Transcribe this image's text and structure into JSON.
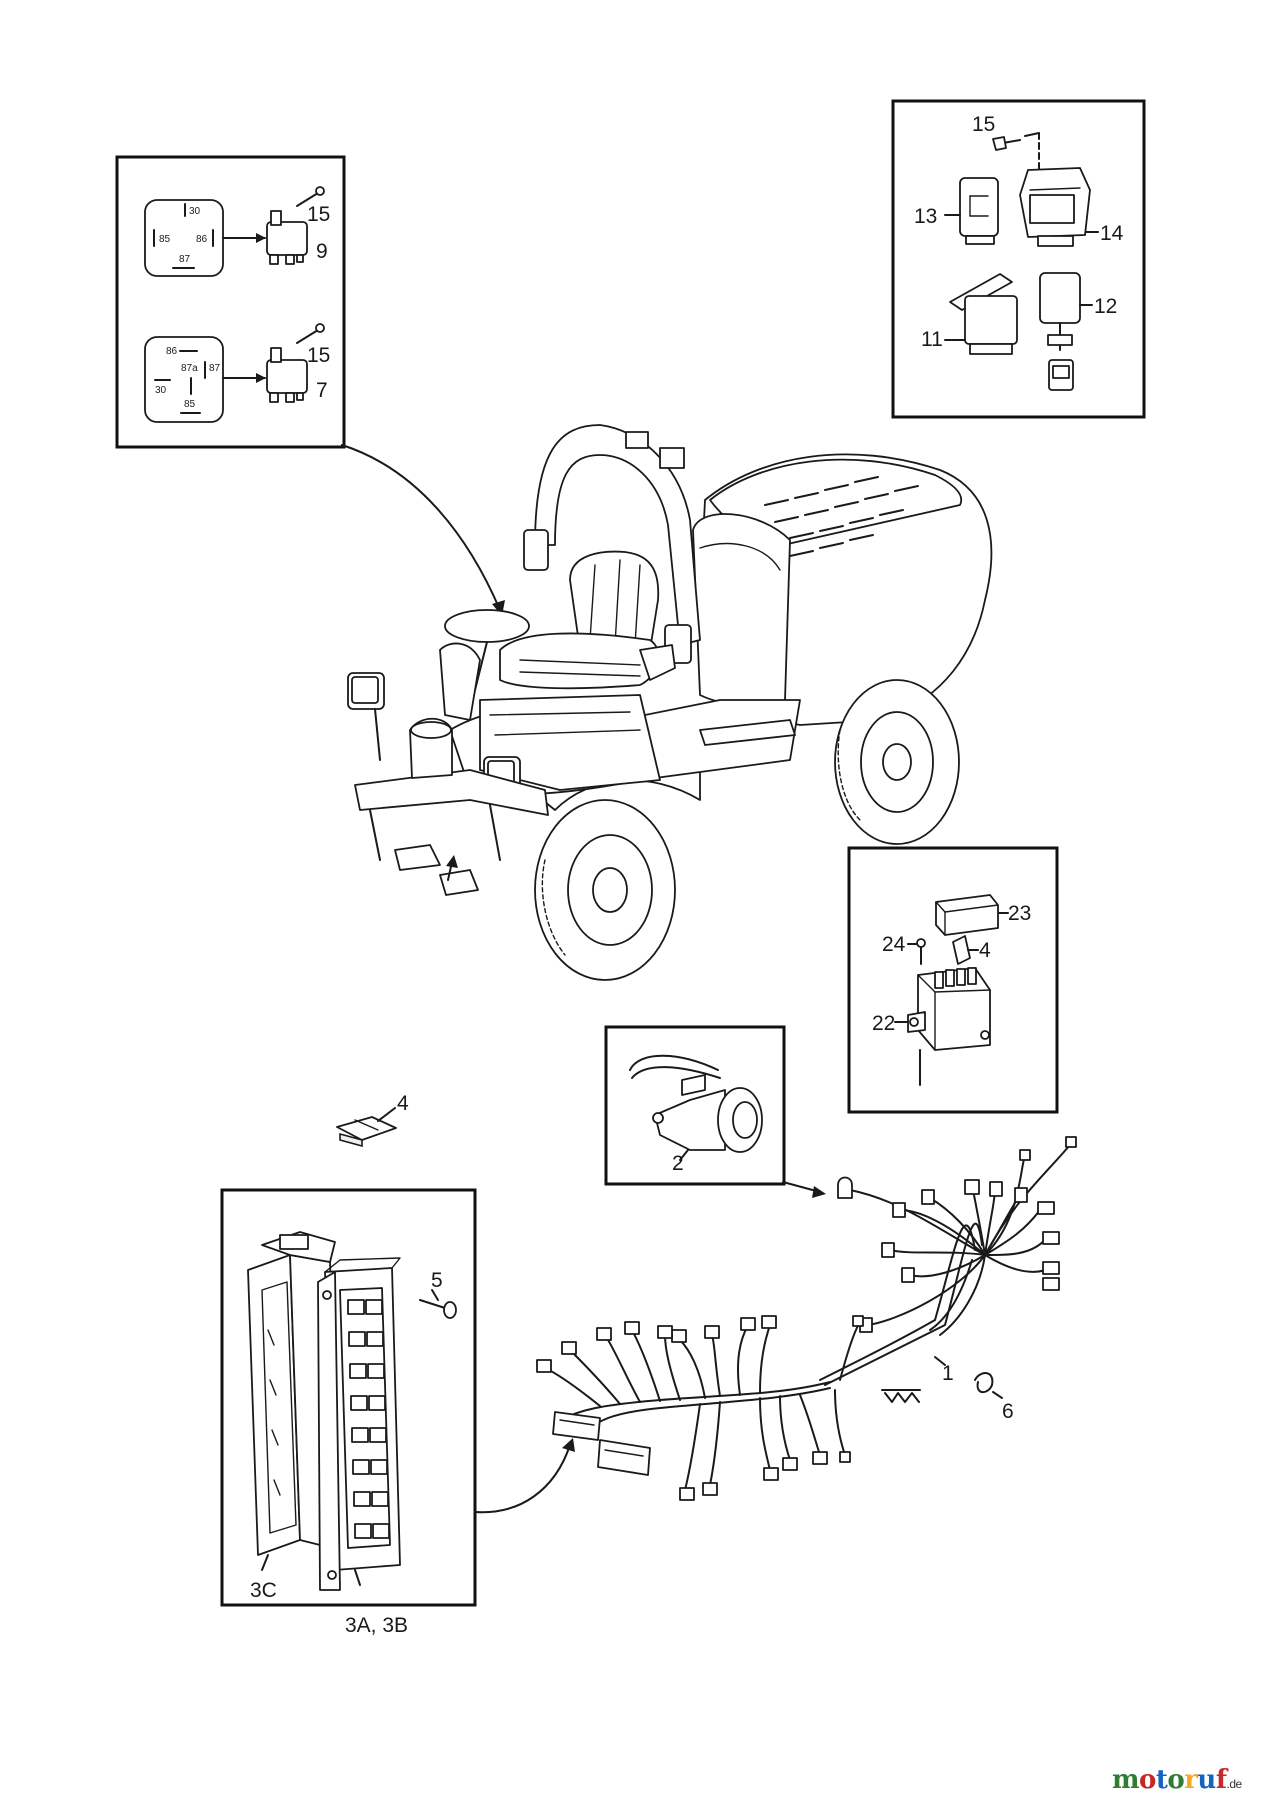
{
  "diagram": {
    "callouts": {
      "c15a": "15",
      "c9": "9",
      "c15b": "15",
      "c7": "7",
      "c15c": "15",
      "c13": "13",
      "c14": "14",
      "c11": "11",
      "c12": "12",
      "c23": "23",
      "c24": "24",
      "c4a": "4",
      "c22": "22",
      "c4b": "4",
      "c2": "2",
      "c5": "5",
      "c3c": "3C",
      "c3ab": "3A, 3B",
      "c6": "6",
      "c1": "1"
    },
    "relay_9_pins": {
      "p30": "30",
      "p85": "85",
      "p86": "86",
      "p87": "87"
    },
    "relay_7_pins": {
      "p86": "86",
      "p87a": "87a",
      "p87": "87",
      "p30": "30",
      "p85": "85"
    }
  },
  "watermark": {
    "letters": [
      {
        "ch": "m",
        "color": "#2e7d32"
      },
      {
        "ch": "o",
        "color": "#c62828"
      },
      {
        "ch": "t",
        "color": "#1565c0"
      },
      {
        "ch": "o",
        "color": "#2e7d32"
      },
      {
        "ch": "r",
        "color": "#f9a825"
      },
      {
        "ch": "u",
        "color": "#1565c0"
      },
      {
        "ch": "f",
        "color": "#c62828"
      }
    ],
    "domain": ".de"
  }
}
